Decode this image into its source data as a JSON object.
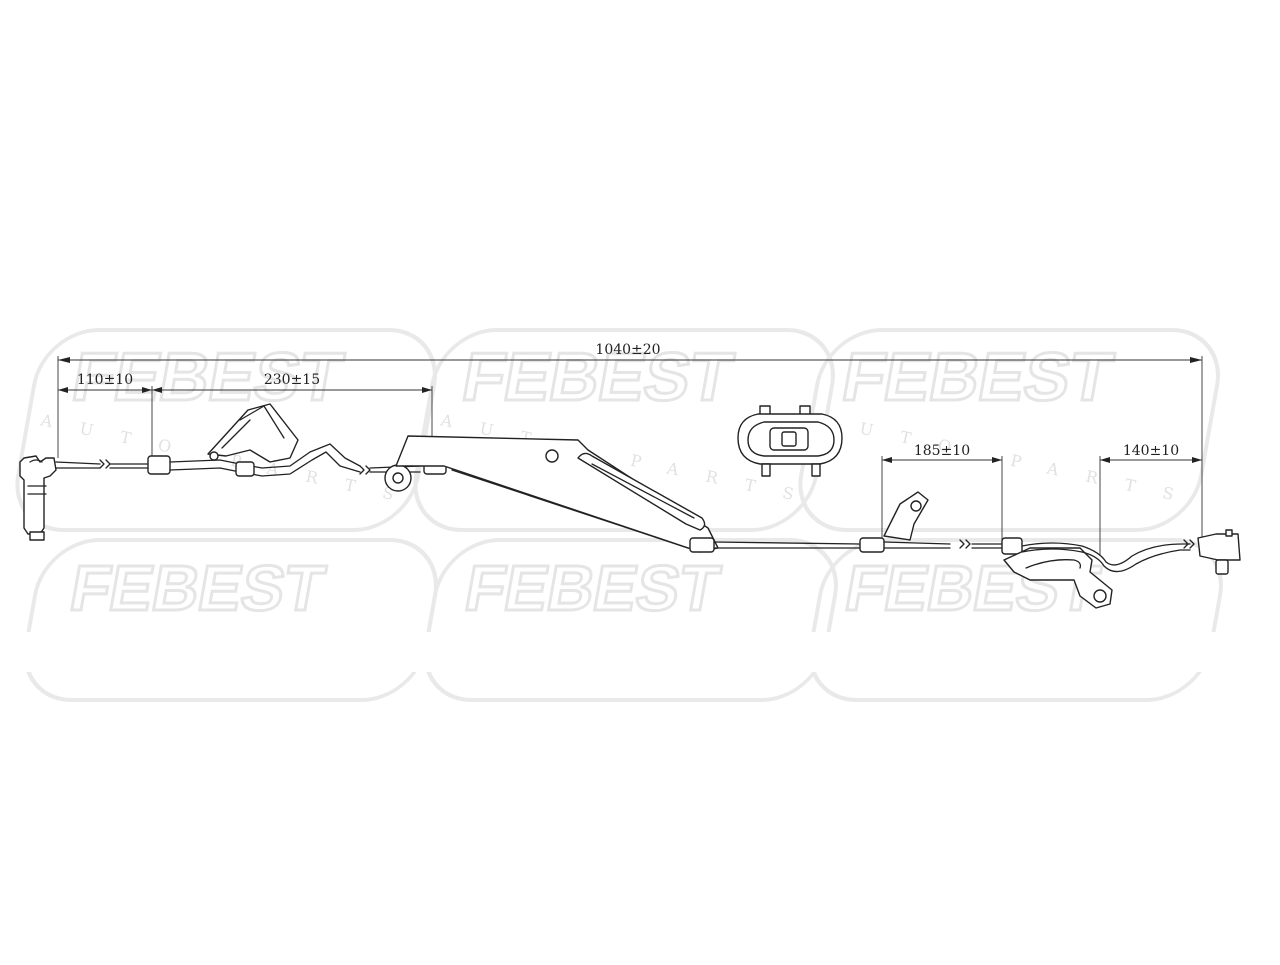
{
  "watermark": {
    "brand": "FEBEST",
    "subtitle": "AUTO PARTS"
  },
  "dimensions": {
    "overall": "1040±20",
    "d1": "110±10",
    "d2": "230±15",
    "d3": "185±10",
    "d4": "140±10"
  }
}
